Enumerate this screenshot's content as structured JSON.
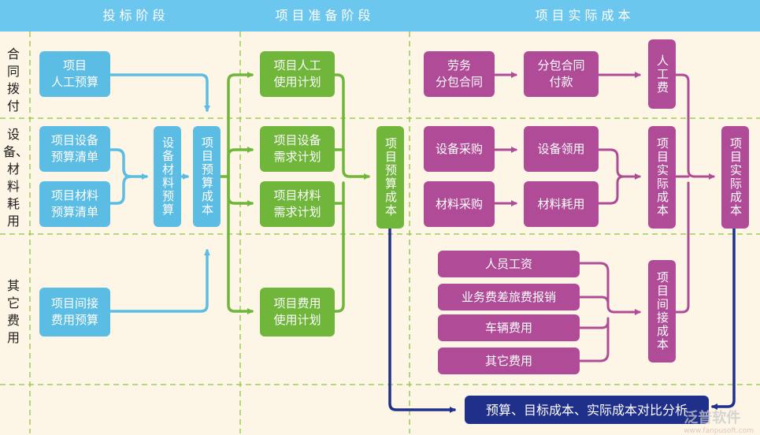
{
  "phases": [
    "投标阶段",
    "项目准备阶段",
    "项目实际成本"
  ],
  "rows": [
    "合同拨付",
    "设备、材料耗用",
    "其它费用"
  ],
  "bid": {
    "labor_budget": [
      "项目",
      "人工预算"
    ],
    "equipment_list": [
      "项目设备",
      "预算清单"
    ],
    "material_list": [
      "项目材料",
      "预算清单"
    ],
    "equip_material_budget": "设备材料预算",
    "project_budget_cost": "项目预算成本",
    "indirect_budget": [
      "项目间接",
      "费用预算"
    ]
  },
  "prep": {
    "labor_plan": [
      "项目人工",
      "使用计划"
    ],
    "equipment_plan": [
      "项目设备",
      "需求计划"
    ],
    "material_plan": [
      "项目材料",
      "需求计划"
    ],
    "expense_plan": [
      "项目费用",
      "使用计划"
    ],
    "project_budget_cost": "项目预算成本"
  },
  "actual": {
    "labor_subcontract": [
      "劳务",
      "分包合同"
    ],
    "subcontract_payment": [
      "分包合同",
      "付款"
    ],
    "labor_cost": "人工费",
    "equipment_purchase": "设备采购",
    "equipment_use": "设备领用",
    "material_purchase": "材料采购",
    "material_consumption": "材料耗用",
    "actual_cost_mid": "项目实际成本",
    "actual_cost_total": "项目实际成本",
    "staff_wages": "人员工资",
    "business_travel": "业务费差旅费报销",
    "vehicle_cost": "车辆费用",
    "other_cost": "其它费用",
    "indirect_cost": "项目间接成本"
  },
  "analysis": "预算、目标成本、实际成本对比分析",
  "watermark": {
    "main": "泛普软件",
    "url": "www.fanpusoft.com"
  },
  "colors": {
    "header": "#6cc7ee",
    "blue": "#5bbde3",
    "green": "#6fb63a",
    "purple": "#b04b98",
    "navy": "#1f2f8a",
    "background": "#fdf6e6"
  }
}
